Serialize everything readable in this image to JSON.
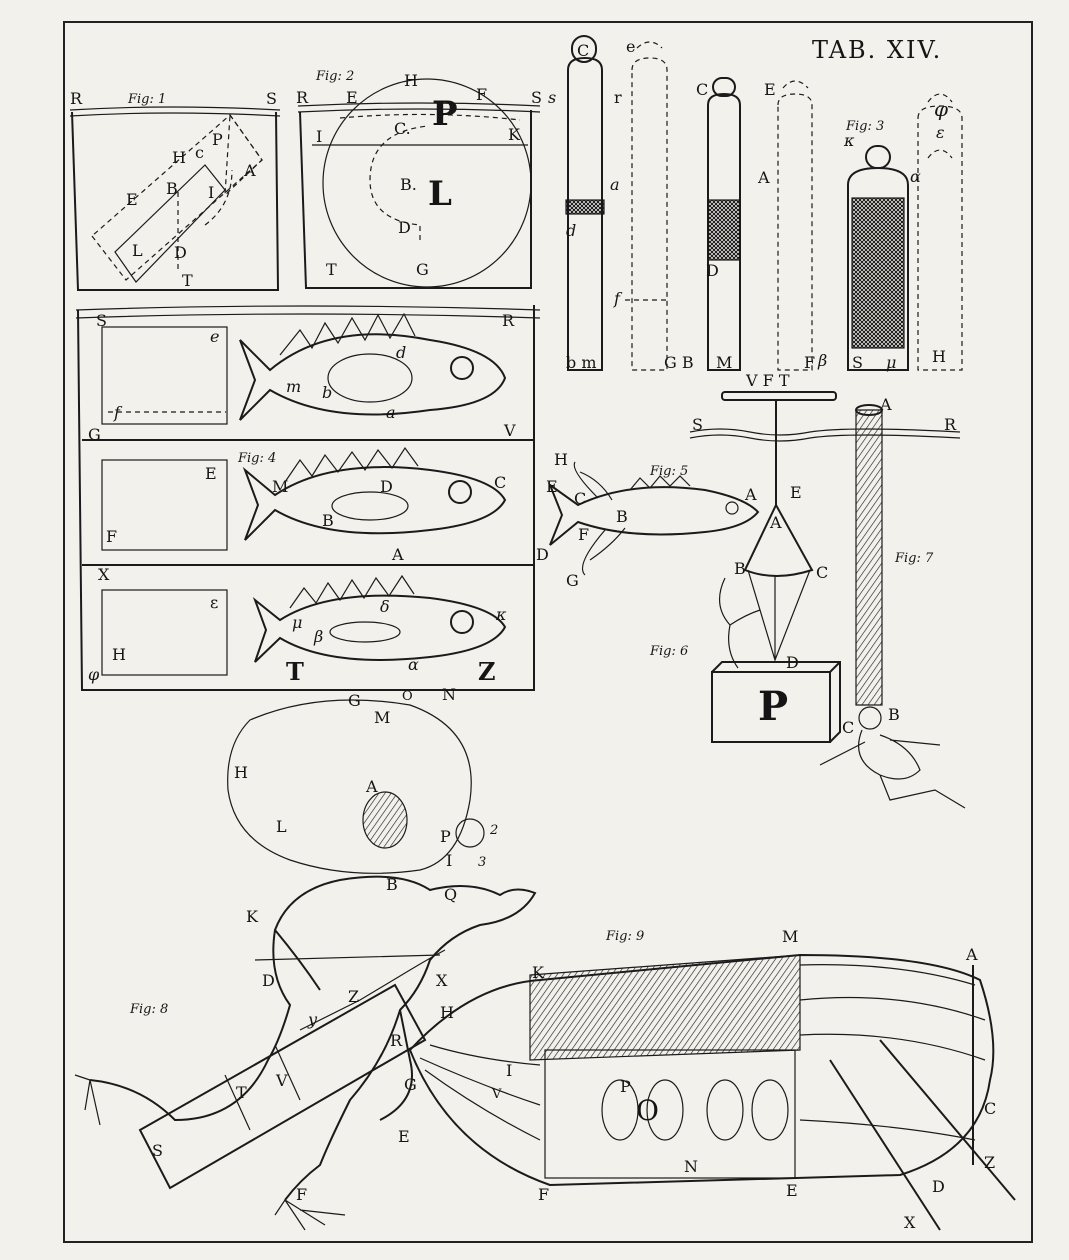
{
  "plate_title": "TAB. XIV.",
  "figure_captions": [
    "Fig: 1",
    "Fig: 2",
    "Fig: 3",
    "Fig: 4",
    "Fig: 5",
    "Fig: 6",
    "Fig: 7",
    "Fig: 8",
    "Fig: 9"
  ],
  "diagram": {
    "fig1": [
      "R",
      "S",
      "H",
      "c",
      "P",
      "E",
      "B",
      "I",
      "A",
      "L",
      "D",
      "T"
    ],
    "fig2": [
      "R",
      "E",
      "H",
      "F",
      "S",
      "P",
      "C.",
      "I",
      "K",
      "B.",
      "L",
      "D",
      "T",
      "G"
    ],
    "cylinders": [
      "C",
      "e",
      "s",
      "r",
      "a",
      "d",
      "f",
      "b m",
      "G B",
      "C",
      "E",
      "A",
      "D",
      "M",
      "F",
      "κ",
      "α",
      "β",
      "S",
      "μ",
      "φ",
      "ε",
      "H"
    ],
    "fig4": [
      "S",
      "R",
      "e",
      "d",
      "m",
      "b",
      "a",
      "f",
      "G",
      "V",
      "E",
      "M",
      "D",
      "C",
      "B",
      "F",
      "A",
      "X",
      "ε",
      "δ",
      "μ",
      "κ",
      "β",
      "H",
      "α",
      "T",
      "Z",
      "φ"
    ],
    "fig5": [
      "H",
      "E",
      "C",
      "B",
      "A",
      "F",
      "D",
      "G"
    ],
    "fig6": [
      "V F T",
      "S",
      "R",
      "E",
      "A",
      "B",
      "C",
      "D",
      "P"
    ],
    "fig7": [
      "A",
      "C",
      "B"
    ],
    "fig8": [
      "G",
      "O",
      "N",
      "M",
      "H",
      "A",
      "L",
      "P",
      "2",
      "I",
      "3",
      "B",
      "Q",
      "K",
      "D",
      "X",
      "Z",
      "y",
      "R",
      "V",
      "T",
      "S",
      "E",
      "F"
    ],
    "fig9": [
      "M",
      "K",
      "H",
      "I",
      "P",
      "V",
      "G",
      "O",
      "N",
      "F",
      "E",
      "A",
      "C",
      "Z",
      "D",
      "X"
    ]
  }
}
